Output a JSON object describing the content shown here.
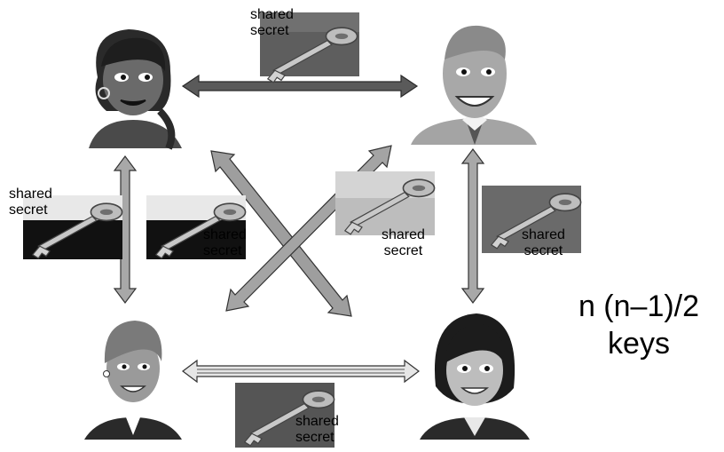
{
  "key_label_line1": "shared",
  "key_label_line2": "secret",
  "formula": {
    "line1": "n (n–1)/2",
    "line2": "keys"
  },
  "icons": {
    "person": "person-avatar",
    "key": "key-icon",
    "arrow": "double-headed-arrow"
  },
  "colors": {
    "background": "#ffffff",
    "arrow_dark": "#555555",
    "arrow_mid": "#9a9a9a"
  }
}
